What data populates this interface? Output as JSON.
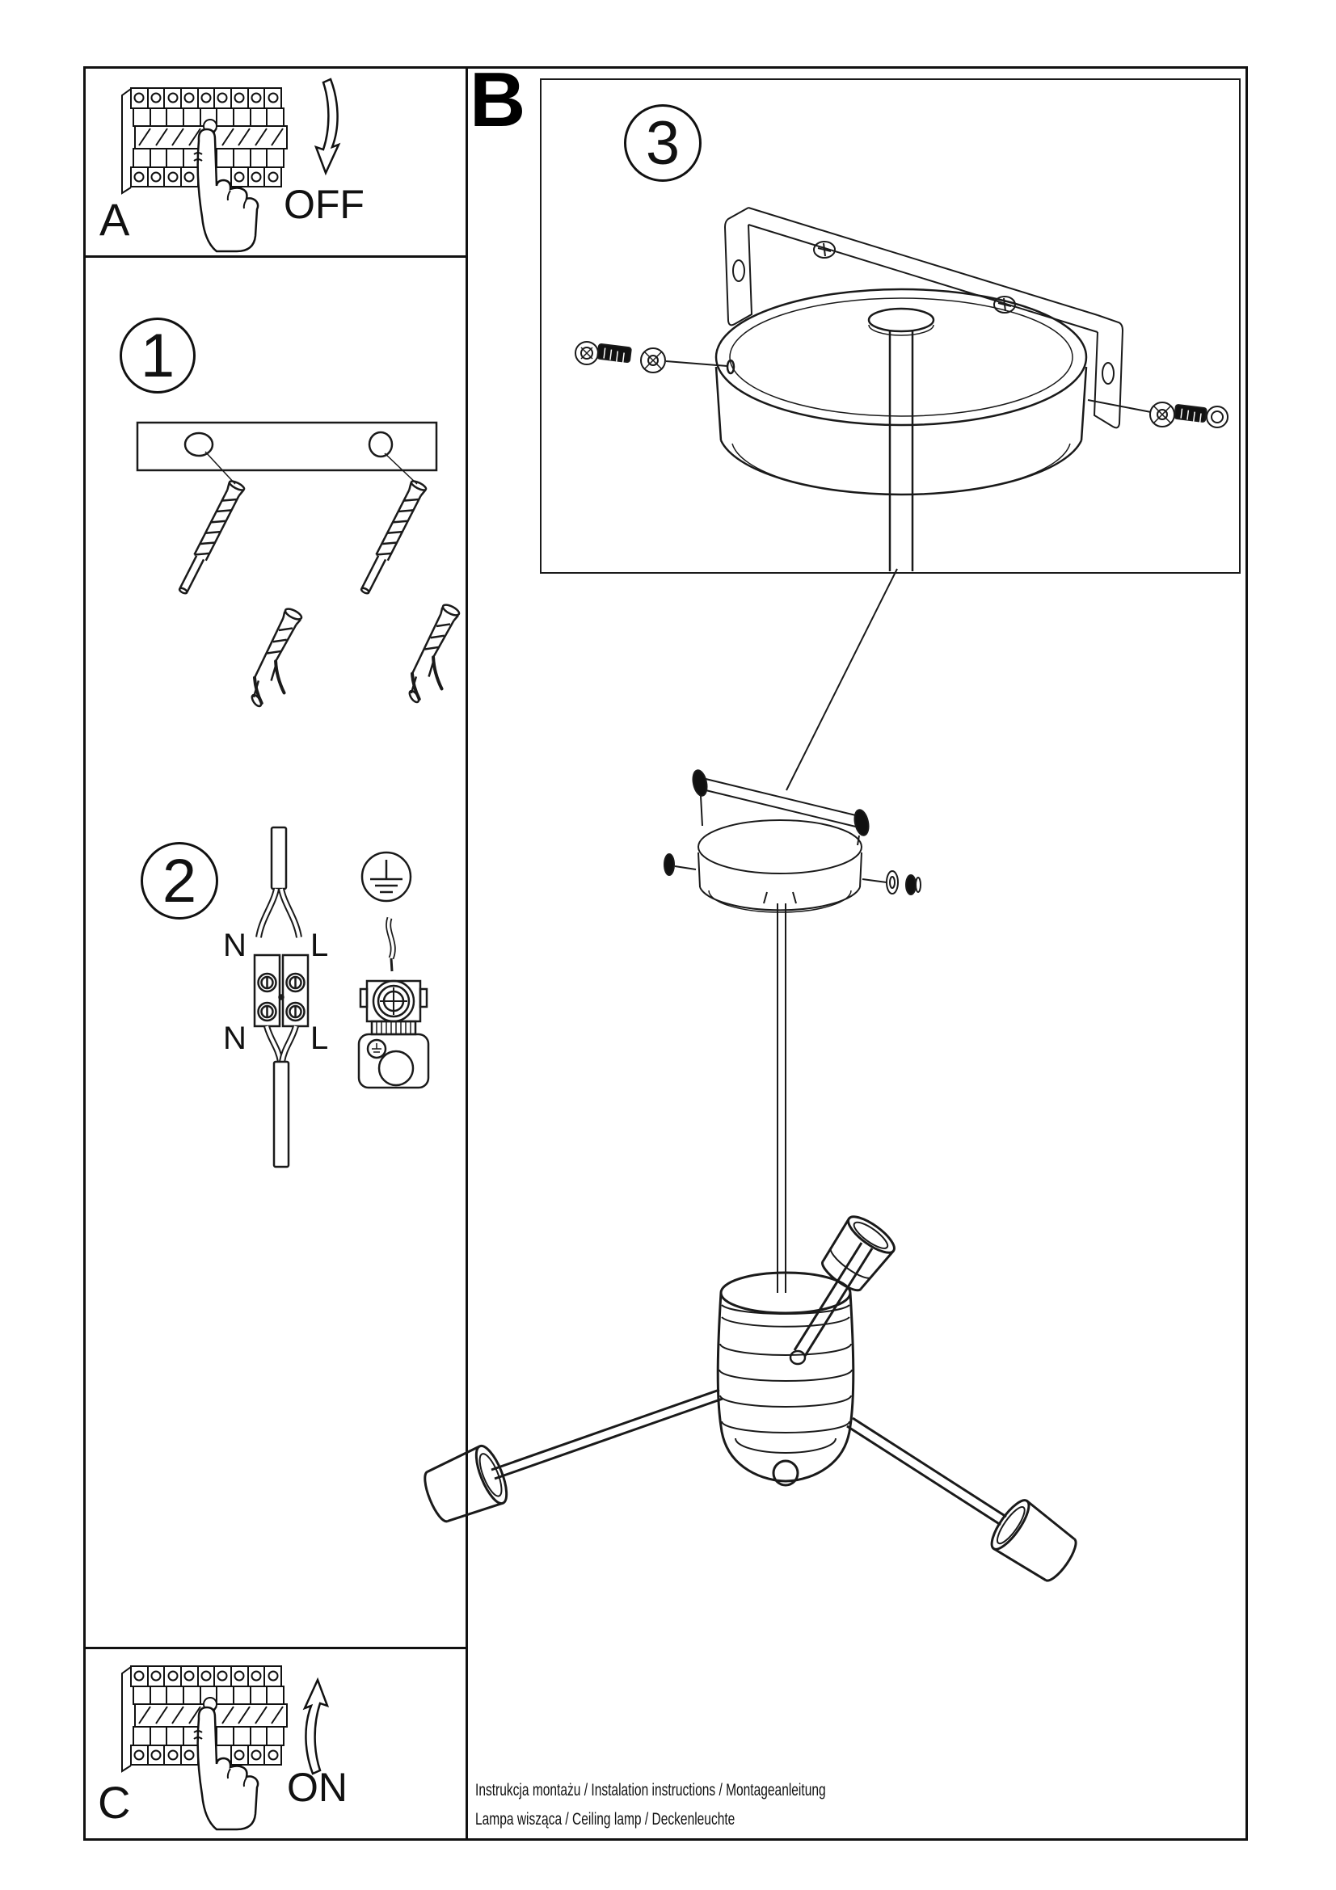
{
  "meta": {
    "background": "#ffffff",
    "ink": "#111111"
  },
  "sections": {
    "power_off_box": {
      "label": "A",
      "status": "OFF"
    },
    "main_region_label": "B",
    "power_on_box": {
      "label": "C",
      "status": "ON"
    },
    "step1": {
      "number": "1"
    },
    "step2": {
      "number": "2",
      "terminals": {
        "top_left": "N",
        "top_right": "L",
        "bottom_left": "N",
        "bottom_right": "L"
      }
    },
    "step3": {
      "number": "3"
    }
  },
  "footer": {
    "line1": "Instrukcja montażu / Instalation instructions / Montageanleitung",
    "line2": "Lampa wisząca / Ceiling lamp / Deckenleuchte"
  },
  "icons": {
    "breaker": "circuit-breaker-panel-icon",
    "finger": "pressing-finger-icon",
    "arrow_off": "curved-arrow-down-icon",
    "arrow_on": "curved-arrow-up-icon",
    "bracket_bar": "mounting-bar-icon",
    "anchor": "wall-plug-and-screw-icon",
    "cable": "mains-cable-icon",
    "terminal_block": "terminal-block-icon",
    "earth": "earth-ground-symbol-icon",
    "earth_terminal": "earth-terminal-icon",
    "ceiling_bracket": "ceiling-bracket-icon",
    "canopy": "ceiling-canopy-icon",
    "rod": "suspension-rod-icon",
    "lamp": "three-arm-ceiling-lamp-icon"
  }
}
